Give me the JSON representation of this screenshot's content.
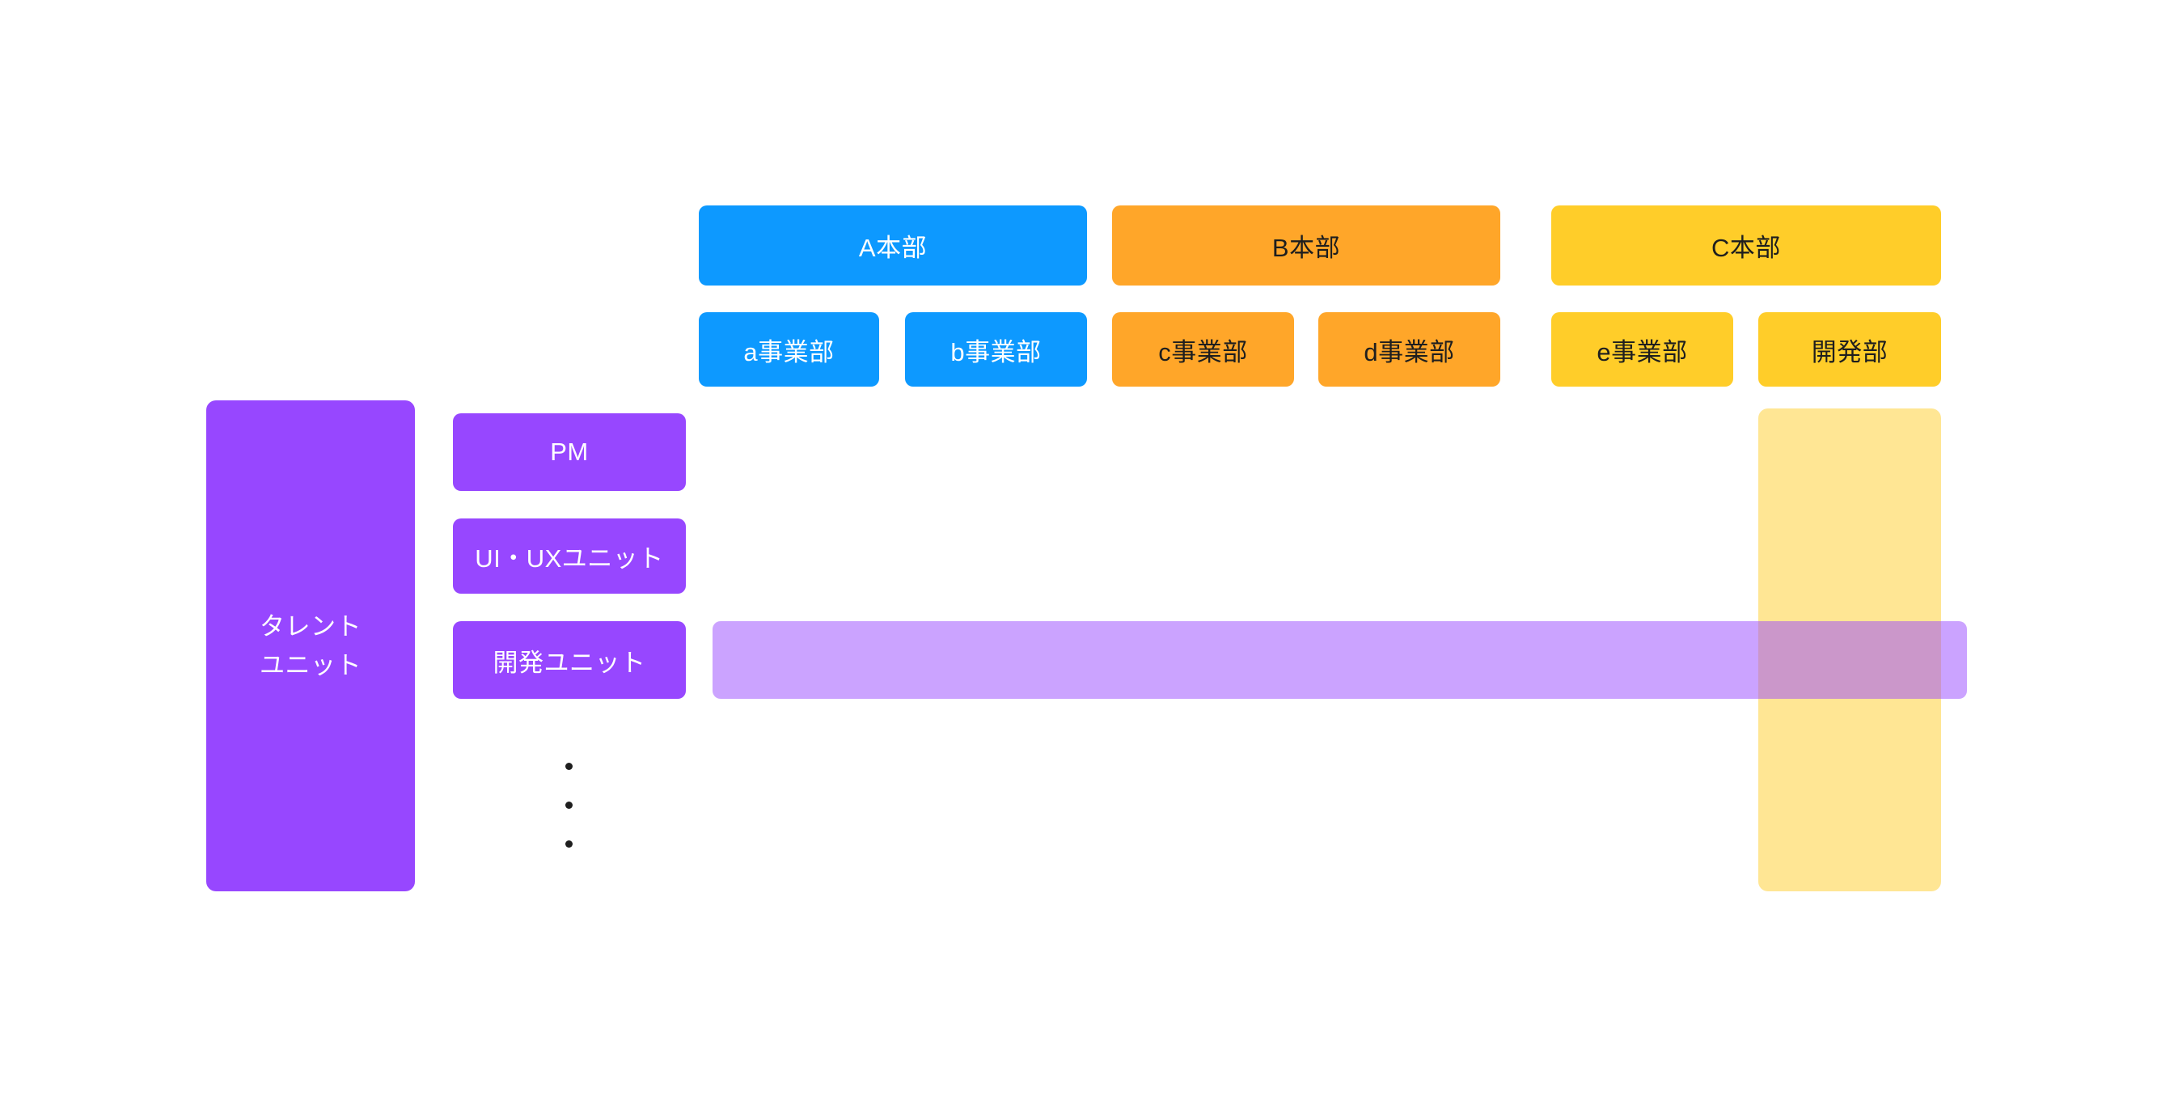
{
  "org_chart": {
    "divisions": [
      {
        "label": "A本部",
        "color": "#0D99FF",
        "departments": [
          "a事業部",
          "b事業部"
        ]
      },
      {
        "label": "B本部",
        "color": "#FFA629",
        "departments": [
          "c事業部",
          "d事業部"
        ]
      },
      {
        "label": "C本部",
        "color": "#FFCD29",
        "departments": [
          "e事業部",
          "開発部"
        ]
      }
    ],
    "talent_group": {
      "talent_unit": {
        "line1": "タレント",
        "line2": "ユニット"
      },
      "units": [
        "PM",
        "UI・UXユニット",
        "開発ユニット"
      ],
      "color": "#9747FF"
    },
    "highlight_bands": {
      "dev_unit_row_band": {
        "color": "rgba(151,71,255,0.5)"
      },
      "dev_dept_column_band": {
        "color": "rgba(255,205,41,0.5)"
      }
    },
    "ellipsis_bullets": {
      "count": 3,
      "glyph": "•",
      "color": "#1E1E1E"
    }
  },
  "colors": {
    "background": "#FFFFFF",
    "blue": "#0D99FF",
    "orange": "#FFA629",
    "yellow": "#FFCD29",
    "purple": "#9747FF",
    "dark_text": "#1E1E1E",
    "light_text": "#FFFFFF"
  }
}
